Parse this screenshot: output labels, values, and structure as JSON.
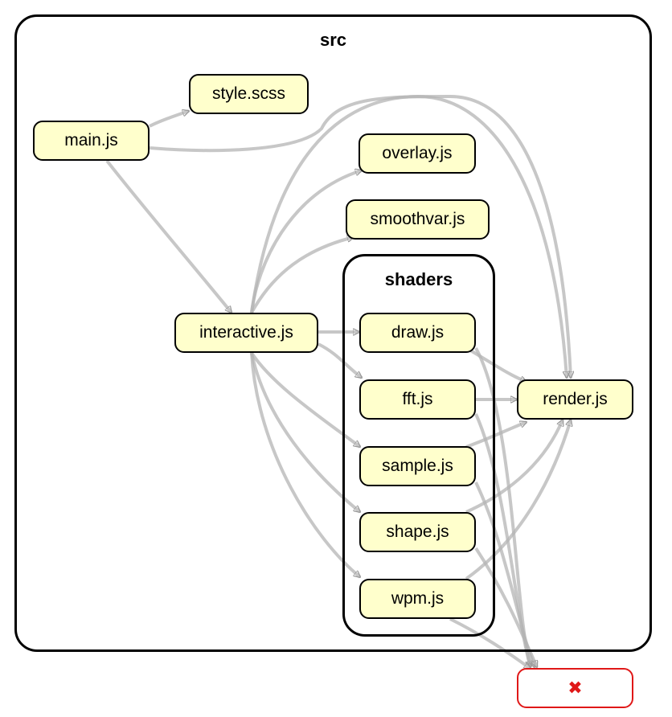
{
  "clusters": {
    "src": {
      "label": "src"
    },
    "shaders": {
      "label": "shaders"
    }
  },
  "nodes": {
    "style_scss": "style.scss",
    "main_js": "main.js",
    "overlay_js": "overlay.js",
    "smoothvar_js": "smoothvar.js",
    "interactive_js": "interactive.js",
    "draw_js": "draw.js",
    "fft_js": "fft.js",
    "sample_js": "sample.js",
    "shape_js": "shape.js",
    "wpm_js": "wpm.js",
    "render_js": "render.js",
    "unresolved": "✖"
  },
  "colors": {
    "node_fill": "#ffffcc",
    "edge": "#b0b0b0",
    "error": "#e01818"
  }
}
